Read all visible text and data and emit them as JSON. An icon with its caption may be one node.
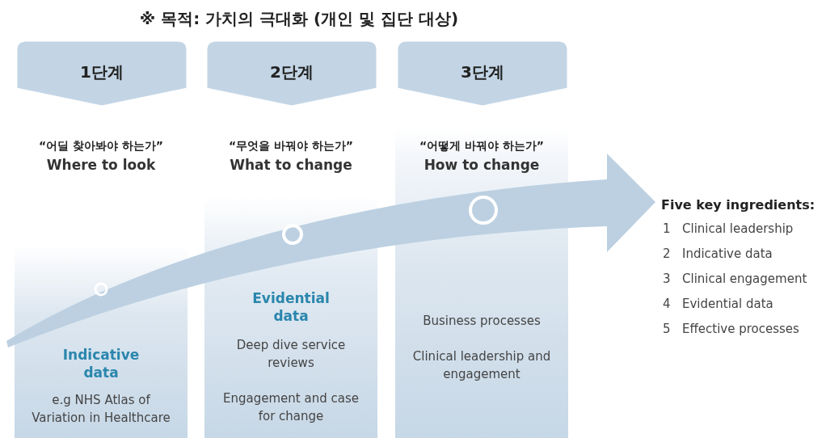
{
  "diagram": {
    "title": "※ 목적: 가치의 극대화 (개인 및 집단 대상)",
    "nodes": [
      {
        "text": [
          "1단계"
        ]
      },
      {
        "text": [
          "2단계"
        ]
      },
      {
        "text": [
          "3단계"
        ]
      },
      {
        "text": [
          "“어딜 찾아봐야 하는가”",
          "Where to look",
          "Indicative data",
          "e.g NHS Atlas of Variation in Healthcare"
        ]
      },
      {
        "text": [
          "“무엇을 바꿔야 하는가”",
          "What to change",
          "Evidential data",
          "Deep dive service reviews",
          "Engagement and case for change"
        ]
      },
      {
        "text": [
          "“어떻게 바꿔야 하는가”",
          "How to change",
          "Business processes",
          "Clinical leadership and engagement"
        ]
      },
      {
        "text": [
          "Five key ingredients:",
          "1",
          "Clinical leadership",
          "2",
          "Indicative data",
          "3",
          "Clinical engagement",
          "4",
          "Evidential data",
          "5",
          "Effective processes"
        ]
      }
    ],
    "edges": [
      {
        "from": null,
        "to": 6,
        "arrow": "to",
        "style": "thick"
      }
    ]
  }
}
